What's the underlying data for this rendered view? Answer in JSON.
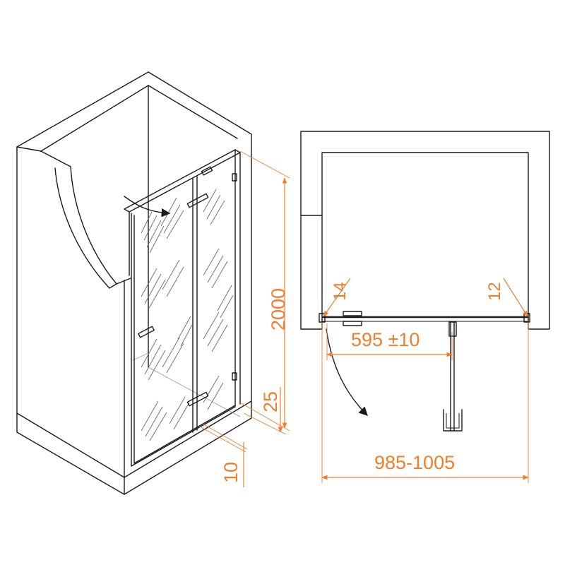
{
  "colors": {
    "line": "#1a1a1a",
    "dimension": "#f07e2b",
    "background": "#ffffff"
  },
  "iso_view": {
    "dims": {
      "height": "2000",
      "bottom_gap": "25",
      "profile": "10"
    }
  },
  "plan_view": {
    "dims": {
      "left_gap": "14",
      "right_gap": "12",
      "door_opening": "595 ±10",
      "total_width": "985-1005"
    }
  }
}
